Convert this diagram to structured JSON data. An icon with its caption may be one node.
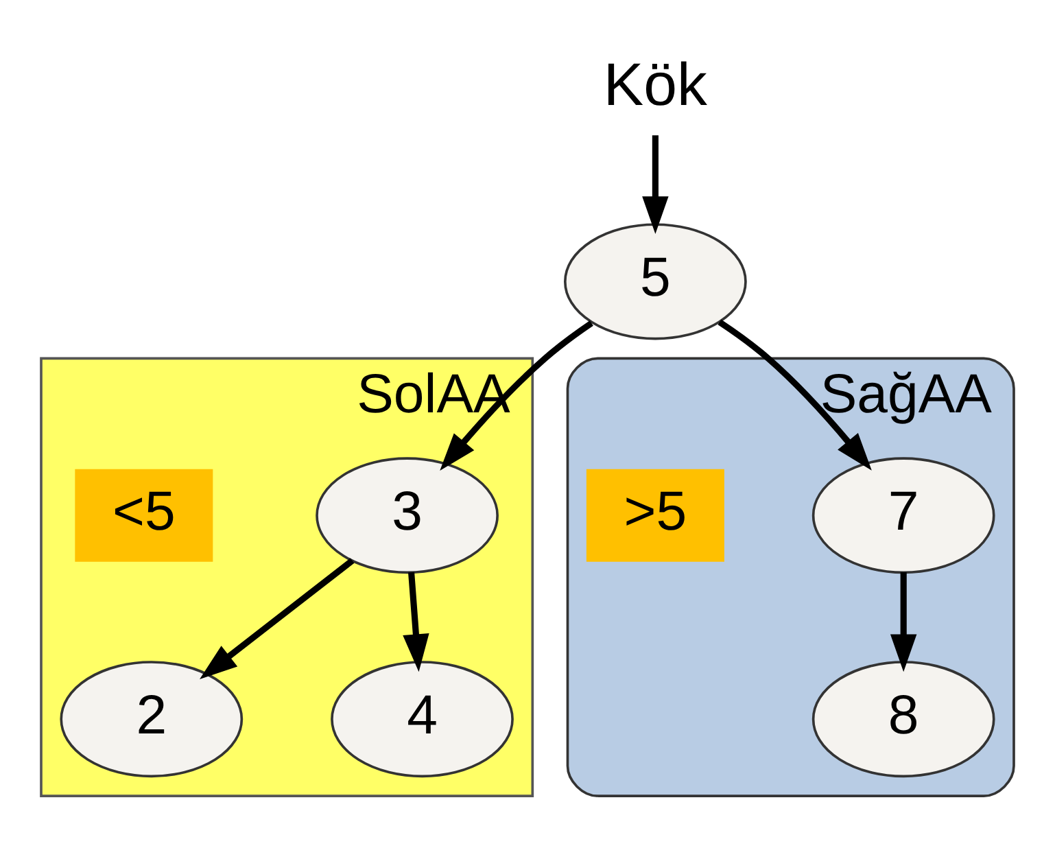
{
  "diagram": {
    "nodes": [
      {
        "text": [
          "Kök"
        ]
      },
      {
        "text": [
          "5"
        ]
      },
      {
        "text": [
          "SolAA"
        ]
      },
      {
        "text": [
          "3"
        ],
        "in": 2
      },
      {
        "text": [
          "2"
        ],
        "in": 2
      },
      {
        "text": [
          "4"
        ],
        "in": 2
      },
      {
        "text": [
          "<5"
        ],
        "in": 2
      },
      {
        "text": [
          "SağAA"
        ]
      },
      {
        "text": [
          "7"
        ],
        "in": 7
      },
      {
        "text": [
          "8"
        ],
        "in": 7
      },
      {
        "text": [
          ">5"
        ],
        "in": 7
      }
    ],
    "edges": [
      {
        "from": 0,
        "to": 1,
        "arrow": "to"
      },
      {
        "from": 1,
        "to": 3,
        "arrow": "to"
      },
      {
        "from": 1,
        "to": 8,
        "arrow": "to"
      },
      {
        "from": 3,
        "to": 4,
        "arrow": "to"
      },
      {
        "from": 3,
        "to": 5,
        "arrow": "to"
      },
      {
        "from": 8,
        "to": 9,
        "arrow": "to"
      }
    ]
  }
}
